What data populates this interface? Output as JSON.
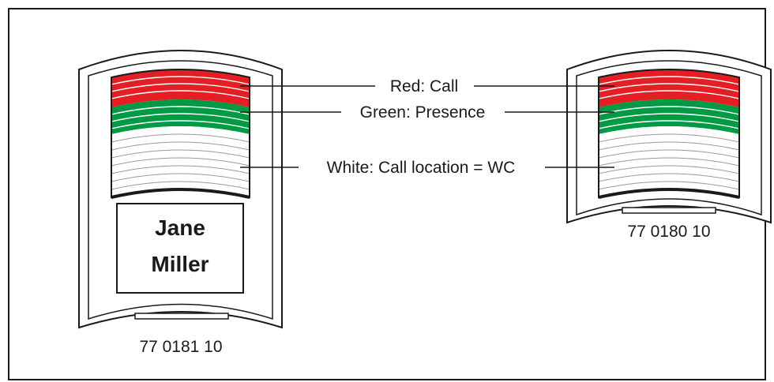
{
  "labels": {
    "red": "Red: Call",
    "green": "Green: Presence",
    "white": "White: Call location = WC"
  },
  "left_device": {
    "name_line1": "Jane",
    "name_line2": "Miller",
    "number": "77 0181 10"
  },
  "right_device": {
    "number": "77 0180 10"
  },
  "colors": {
    "red": "#e31e24",
    "green": "#009a44",
    "white": "#ffffff",
    "outline": "#1a1a1a"
  }
}
